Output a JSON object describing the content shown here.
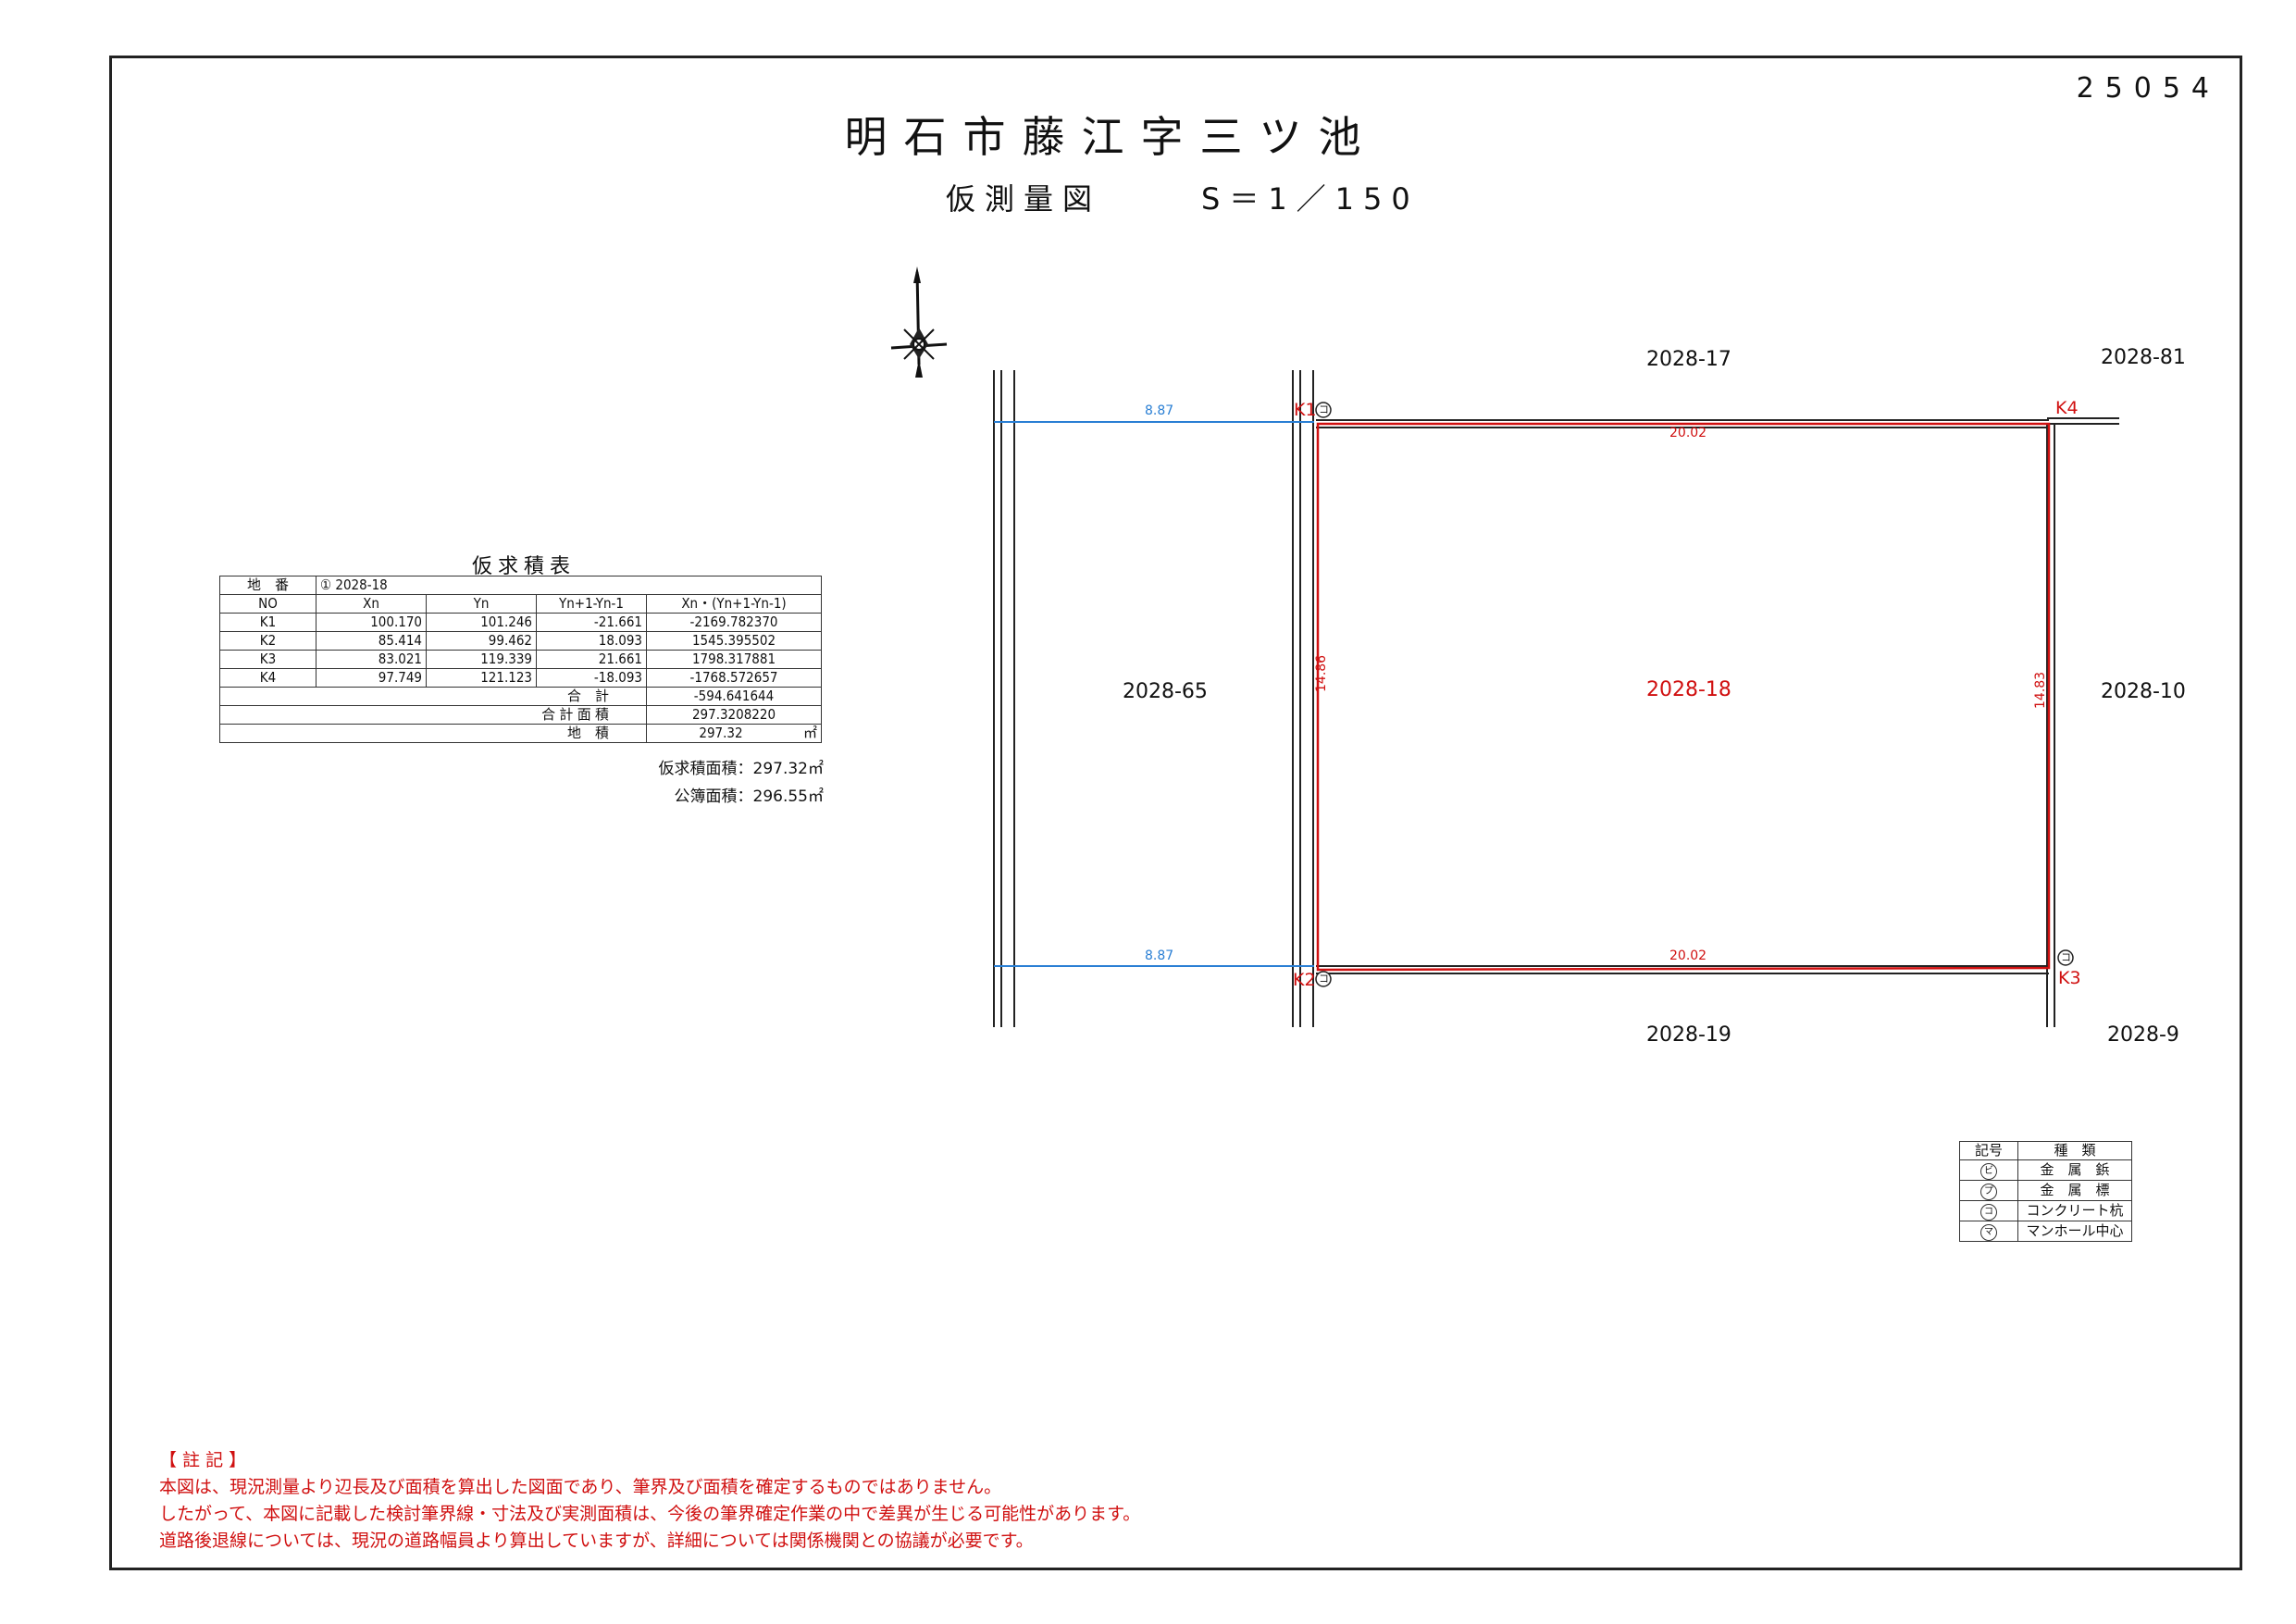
{
  "document_number": "25054",
  "title": "明石市藤江字三ツ池",
  "subtitle": "仮測量図",
  "scale": "S＝1／150",
  "calc_table": {
    "title": "仮求積表",
    "lot_label": "地　番",
    "lot_value": "① 2028-18",
    "headers": [
      "NO",
      "Xn",
      "Yn",
      "Yn+1-Yn-1",
      "Xn・(Yn+1-Yn-1)"
    ],
    "rows": [
      {
        "no": "K1",
        "xn": "100.170",
        "yn": "101.246",
        "dy": "-21.661",
        "prod": "-2169.782370"
      },
      {
        "no": "K2",
        "xn": "85.414",
        "yn": "99.462",
        "dy": "18.093",
        "prod": "1545.395502"
      },
      {
        "no": "K3",
        "xn": "83.021",
        "yn": "119.339",
        "dy": "21.661",
        "prod": "1798.317881"
      },
      {
        "no": "K4",
        "xn": "97.749",
        "yn": "121.123",
        "dy": "-18.093",
        "prod": "-1768.572657"
      }
    ],
    "sum_label": "合　計",
    "sum_value": "-594.641644",
    "total_area_label": "合 計 面 積",
    "total_area_value": "297.3208220",
    "land_area_label": "地　積",
    "land_area_value": "297.32",
    "land_area_unit": "㎡",
    "provisional_area": "仮求積面積：297.32㎡",
    "registry_area": "公簿面積：296.55㎡"
  },
  "plan": {
    "lots": {
      "north": "2028-17",
      "north_east": "2028-81",
      "west": "2028-65",
      "center": "2028-18",
      "east": "2028-10",
      "south": "2028-19",
      "south_east": "2028-9"
    },
    "points": {
      "k1": "K1",
      "k2": "K2",
      "k3": "K3",
      "k4": "K4"
    },
    "dims": {
      "road_top": "8.87",
      "road_bottom": "8.87",
      "top": "20.02",
      "bottom": "20.02",
      "left": "14.86",
      "right": "14.83"
    },
    "marker_symbol": "コ"
  },
  "legend": {
    "header_symbol": "記号",
    "header_type": "種　類",
    "rows": [
      {
        "symbol": "ビ",
        "type": "金　属　鋲"
      },
      {
        "symbol": "プ",
        "type": "金　属　標"
      },
      {
        "symbol": "コ",
        "type": "コンクリート杭"
      },
      {
        "symbol": "マ",
        "type": "マンホール中心"
      }
    ]
  },
  "notes": [
    "【 註 記 】",
    "本図は、現況測量より辺長及び面積を算出した図面であり、筆界及び面積を確定するものではありません。",
    "したがって、本図に記載した検討筆界線・寸法及び実測面積は、今後の筆界確定作業の中で差異が生じる可能性があります。",
    "道路後退線については、現況の道路幅員より算出していますが、詳細については関係機関との協議が必要です。"
  ],
  "colors": {
    "boundary": "#d01010",
    "dimension": "#2a7fd4",
    "frame": "#222222"
  }
}
